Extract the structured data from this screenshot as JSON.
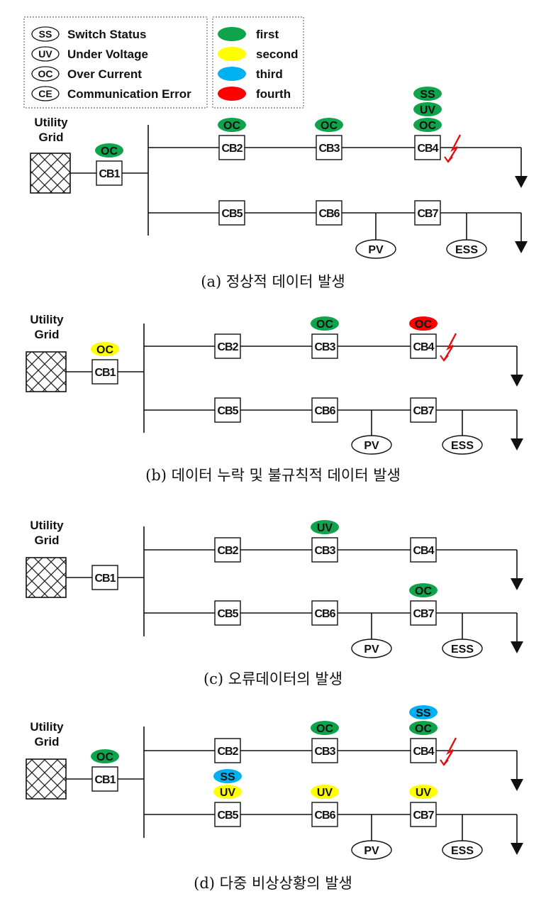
{
  "legend_abbrev": [
    {
      "abbr": "SS",
      "label": "Switch Status"
    },
    {
      "abbr": "UV",
      "label": "Under Voltage"
    },
    {
      "abbr": "OC",
      "label": "Over Current"
    },
    {
      "abbr": "CE",
      "label": "Communication Error"
    }
  ],
  "legend_order": [
    {
      "label": "first",
      "color": "#0fa34b"
    },
    {
      "label": "second",
      "color": "#ffff00"
    },
    {
      "label": "third",
      "color": "#00b0f0"
    },
    {
      "label": "fourth",
      "color": "#ff0000"
    }
  ],
  "common": {
    "grid_line1": "Utility",
    "grid_line2": "Grid",
    "pv": "PV",
    "ess": "ESS",
    "breakers": [
      "CB1",
      "CB2",
      "CB3",
      "CB4",
      "CB5",
      "CB6",
      "CB7"
    ]
  },
  "panels": [
    {
      "caption": "(a) 정상적 데이터 발생",
      "fault": true,
      "badges": {
        "CB1": [
          {
            "text": "OC",
            "color": "first"
          }
        ],
        "CB2": [
          {
            "text": "OC",
            "color": "first"
          }
        ],
        "CB3": [
          {
            "text": "OC",
            "color": "first"
          }
        ],
        "CB4": [
          {
            "text": "OC",
            "color": "first"
          },
          {
            "text": "UV",
            "color": "first"
          },
          {
            "text": "SS",
            "color": "first"
          }
        ]
      }
    },
    {
      "caption": "(b) 데이터 누락 및 불규칙적 데이터 발생",
      "fault": true,
      "badges": {
        "CB1": [
          {
            "text": "OC",
            "color": "second"
          }
        ],
        "CB3": [
          {
            "text": "OC",
            "color": "first"
          }
        ],
        "CB4": [
          {
            "text": "OC",
            "color": "fourth"
          }
        ]
      }
    },
    {
      "caption": "(c) 오류데이터의 발생",
      "fault": false,
      "badges": {
        "CB3": [
          {
            "text": "UV",
            "color": "first"
          }
        ],
        "CB7": [
          {
            "text": "OC",
            "color": "first"
          }
        ]
      }
    },
    {
      "caption": "(d) 다중 비상상황의 발생",
      "fault": true,
      "badges": {
        "CB1": [
          {
            "text": "OC",
            "color": "first"
          }
        ],
        "CB3": [
          {
            "text": "OC",
            "color": "first"
          }
        ],
        "CB4": [
          {
            "text": "OC",
            "color": "first"
          },
          {
            "text": "SS",
            "color": "third"
          }
        ],
        "CB5": [
          {
            "text": "UV",
            "color": "second"
          },
          {
            "text": "SS",
            "color": "third"
          }
        ],
        "CB6": [
          {
            "text": "UV",
            "color": "second"
          }
        ],
        "CB7": [
          {
            "text": "UV",
            "color": "second"
          }
        ]
      }
    }
  ]
}
